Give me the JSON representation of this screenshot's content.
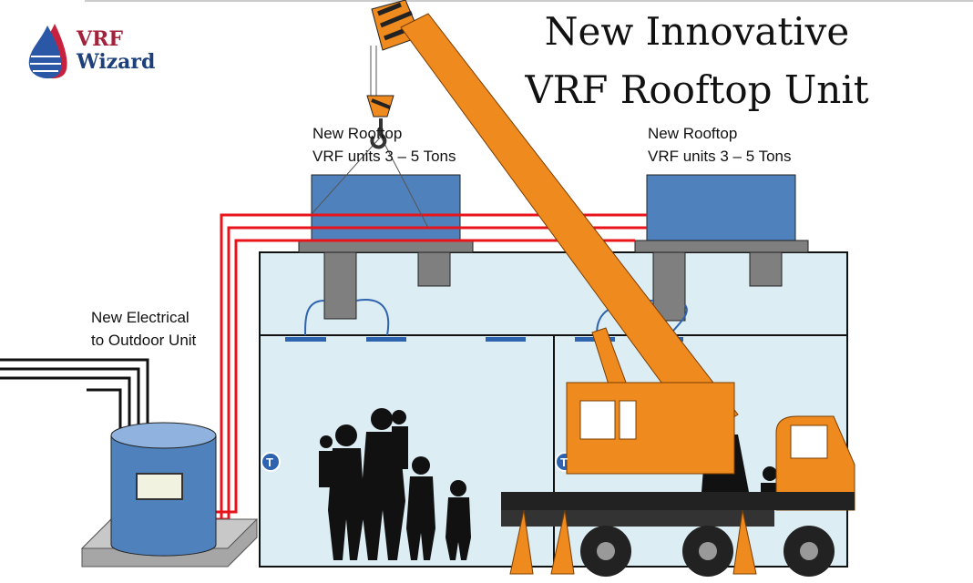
{
  "logo": {
    "line1": "VRF",
    "line2": "Wizard"
  },
  "title": {
    "line1": "New Innovative",
    "line2": "VRF Rooftop Unit"
  },
  "labels": {
    "rooftop_left": [
      "New Rooftop",
      "VRF units 3 – 5 Tons"
    ],
    "rooftop_right": [
      "New Rooftop",
      "VRF units 3 – 5 Tons"
    ],
    "electrical": [
      "New Electrical",
      "to Outdoor Unit"
    ],
    "thermostat": "T"
  },
  "colors": {
    "unit_blue": "#4f81bd",
    "building_fill": "#dcedf4",
    "refrigerant_line": "#e8141b",
    "crane_orange": "#ef8a1e",
    "slab_gray": "#7f7f7f"
  }
}
